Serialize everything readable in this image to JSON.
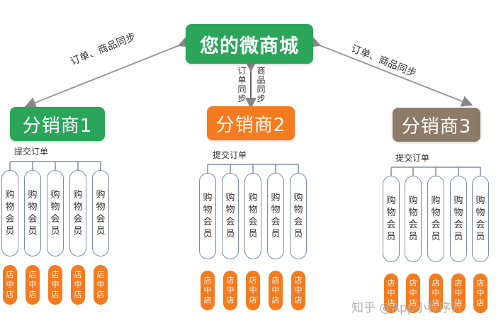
{
  "root": {
    "label": "您的微商城"
  },
  "edges": {
    "left_label": "订单、商品同步",
    "right_label": "订单、商品同步",
    "center_left": "订单同步",
    "center_right": "商品同步"
  },
  "distributors": [
    {
      "label": "分销商1",
      "color": "#2aa55a",
      "submit": "提交订单"
    },
    {
      "label": "分销商2",
      "color": "#f47b20",
      "submit": "提交订单"
    },
    {
      "label": "分销商3",
      "color": "#8c7b68",
      "submit": "提交订单"
    }
  ],
  "member_label": "购物会员",
  "store_label": "店中店",
  "watermark": "知乎 @App小程序开"
}
